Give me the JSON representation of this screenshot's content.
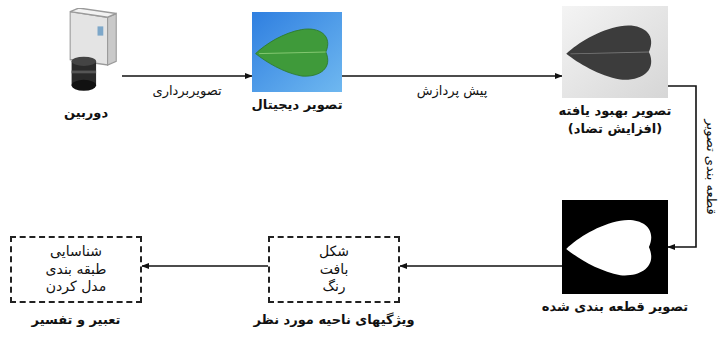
{
  "diagram": {
    "nodes": [
      {
        "text": [
          "دوربین"
        ]
      },
      {
        "text": [
          "تصویر دیجیتال"
        ]
      },
      {
        "text": [
          "تصویر بهبود یافته",
          "(افزایش تضاد)"
        ]
      },
      {
        "text": [
          "تصویر قطعه بندی شده"
        ]
      },
      {
        "text": [
          "شکل بافت رنگ",
          "ویژگیهای ناحیه مورد نظر"
        ]
      },
      {
        "text": [
          "شناسایی طبقه بندی مدل کردن",
          "تعبیر و تفسیر"
        ]
      }
    ],
    "edges": [
      {
        "from": 0,
        "to": 1,
        "label": "تصویربرداری",
        "arrow": "to"
      },
      {
        "from": 1,
        "to": 2,
        "label": "پیش پردازش",
        "arrow": "to"
      },
      {
        "from": 2,
        "to": 3,
        "label": "قطعه بندی تصویر",
        "arrow": "to"
      },
      {
        "from": 3,
        "to": 4,
        "arrow": "to"
      },
      {
        "from": 4,
        "to": 5,
        "arrow": "to"
      }
    ]
  }
}
